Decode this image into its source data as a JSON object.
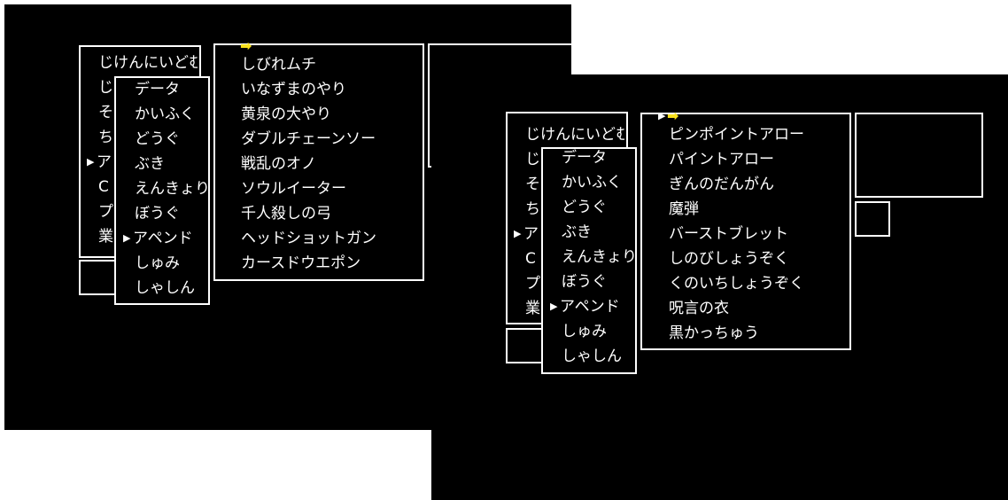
{
  "screen1": {
    "main_menu": [
      "じけんにいどむ",
      "じ",
      "そ",
      "ち",
      "ア",
      "C",
      "プ",
      "業"
    ],
    "sub_menu": [
      "データ",
      "かいふく",
      "どうぐ",
      "ぶき",
      "えんきょり",
      "ぼうぐ",
      "アペンド",
      "しゅみ",
      "しゃしん"
    ],
    "items": [
      "しびれムチ",
      "いなずまのやり",
      "黄泉の大やり",
      "ダブルチェーンソー",
      "戦乱のオノ",
      "ソウルイーター",
      "千人殺しの弓",
      "ヘッドショットガン",
      "カースドウエポン"
    ],
    "cursor_glyph": "▶",
    "arrow_glyph": "➡"
  },
  "screen2": {
    "main_menu": [
      "じけんにいどむ",
      "じ",
      "そ",
      "ち",
      "ア",
      "C",
      "プ",
      "業"
    ],
    "sub_menu": [
      "データ",
      "かいふく",
      "どうぐ",
      "ぶき",
      "えんきょり",
      "ぼうぐ",
      "アペンド",
      "しゅみ",
      "しゃしん"
    ],
    "items": [
      "ピンポイントアロー",
      "パイントアロー",
      "ぎんのだんがん",
      "魔弾",
      "バーストブレット",
      "しのびしょうぞく",
      "くのいちしょうぞく",
      "呪言の衣",
      "黒かっちゅう"
    ],
    "cursor_glyph": "▶",
    "arrow_glyph": "➡"
  }
}
